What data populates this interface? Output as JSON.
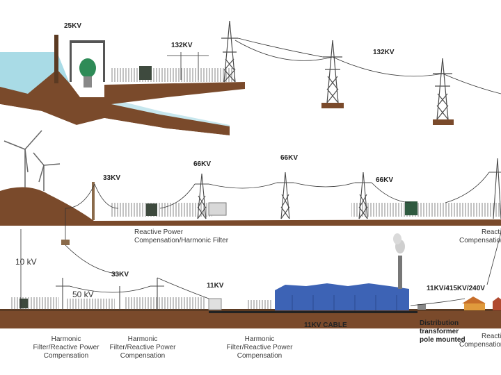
{
  "labels": {
    "hydro_25kv": "25KV",
    "hydro_132kv": "132KV",
    "line_132kv": "132KV",
    "wind_33kv": "33KV",
    "line_66kv_a": "66KV",
    "line_66kv_b": "66KV",
    "line_66kv_c": "66KV",
    "label_10kv": "10 kV",
    "label_33kv_bottom": "33KV",
    "label_50kv": "50 kV",
    "label_11kv": "11KV",
    "label_11kv_cable": "11KV CABLE",
    "label_11_415_240": "11KV/415KV/240V",
    "distribution": [
      "Distribution",
      "transformer",
      "pole mounted"
    ]
  },
  "captions": {
    "mid_reactive": [
      "Reactive Power",
      "Compensation/Harmonic Filter"
    ],
    "mid_right_cut": [
      "Reactiv",
      "Compensation"
    ],
    "bottom_left": [
      "Harmonic",
      "Filter/Reactive Power",
      "Compensation"
    ],
    "bottom_mid_left": [
      "Harmonic",
      "Filter/Reactive Power",
      "Compensation"
    ],
    "bottom_mid": [
      "Harmonic",
      "Filter/Reactive Power",
      "Compensation"
    ],
    "bottom_right_cut": [
      "Reacti",
      "Compensation"
    ]
  },
  "colors": {
    "ground": "#7a4a2b",
    "water": "#a9dbe6",
    "factory": "#3d63b5",
    "turbine": "#2e8b57",
    "tower": "#4a4a4a",
    "house_orange": "#e09a3c"
  }
}
